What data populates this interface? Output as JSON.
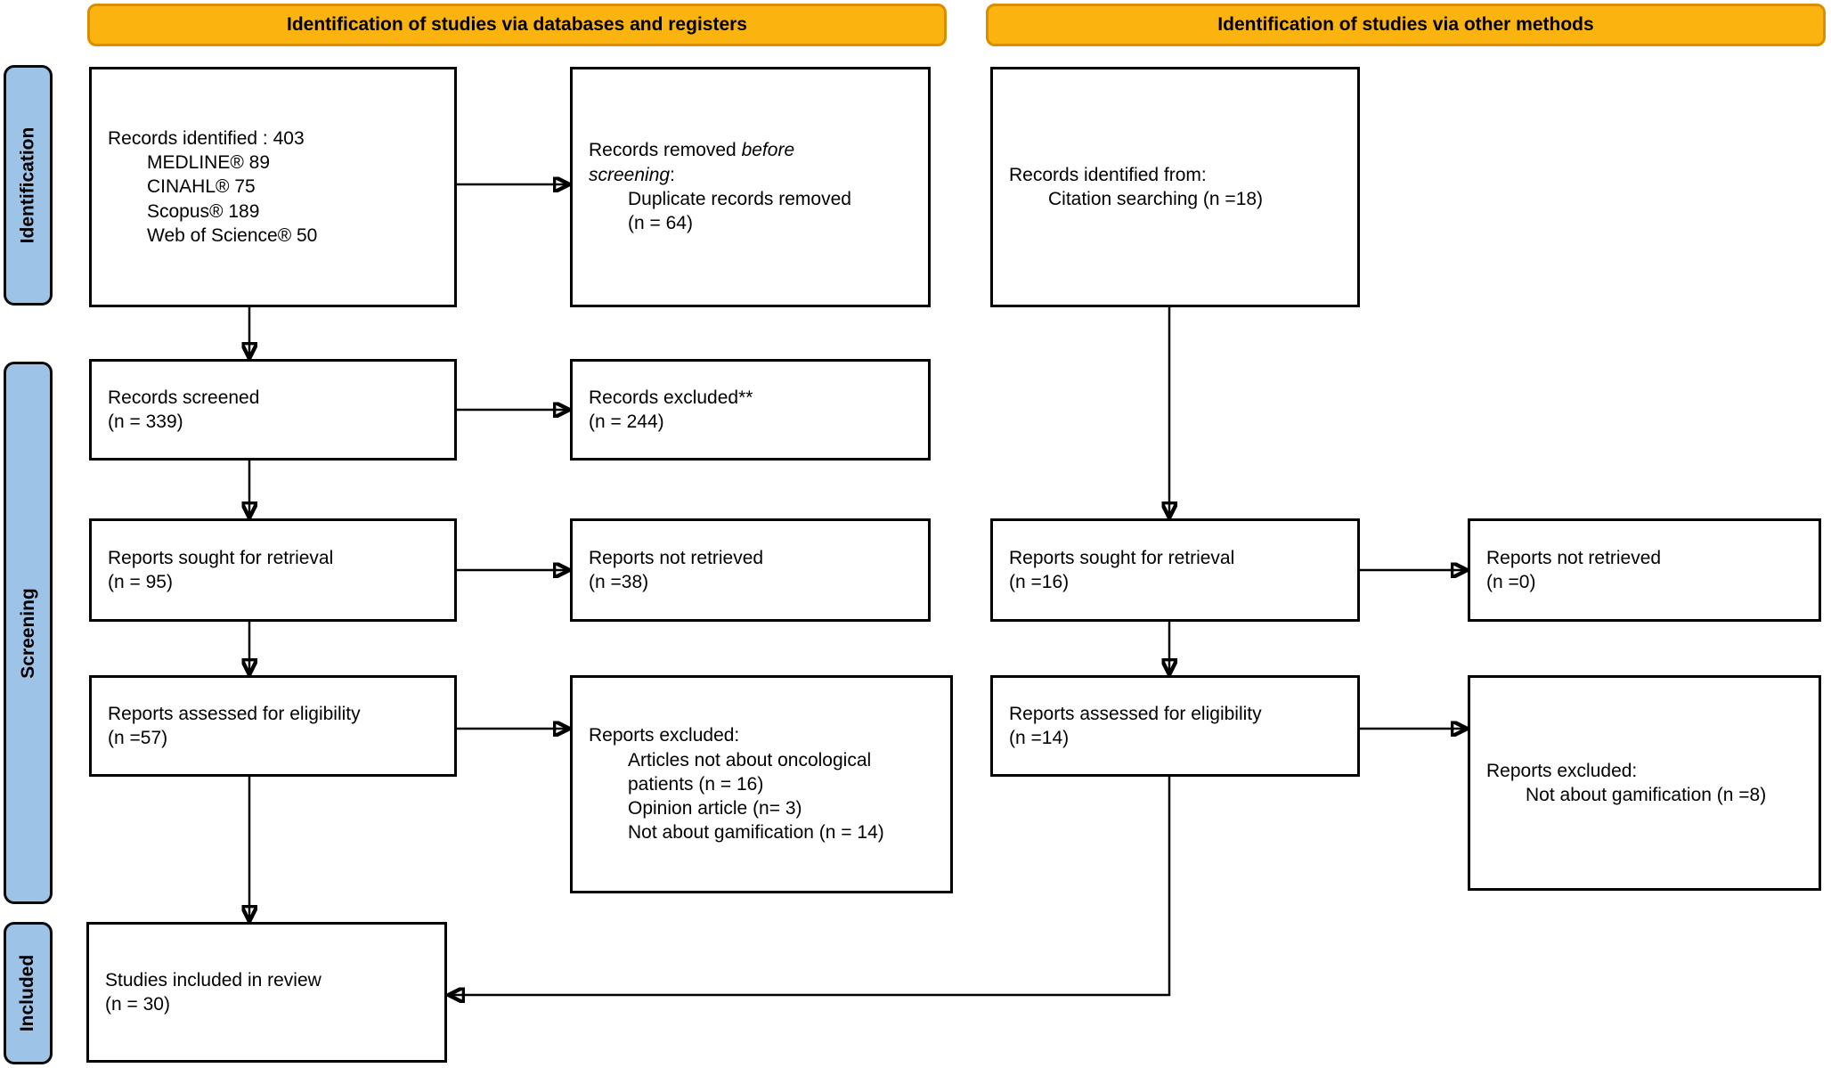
{
  "headers": {
    "databases": "Identification of studies via databases and registers",
    "other": "Identification of studies via other methods"
  },
  "stages": {
    "identification": "Identification",
    "screening": "Screening",
    "included": "Included"
  },
  "boxes": {
    "records_identified": {
      "line1": "Records identified : 403",
      "items": [
        "MEDLINE® 89",
        "CINAHL® 75",
        "Scopus® 189",
        "Web of Science® 50"
      ]
    },
    "records_removed": {
      "prefix": "Records removed ",
      "italic": "before screening",
      "suffix": ":",
      "items": [
        "Duplicate records removed (n = 64)"
      ]
    },
    "records_identified_other": {
      "line1": "Records identified from:",
      "items": [
        "Citation searching (n =18)"
      ]
    },
    "records_screened": {
      "line1": "Records screened",
      "line2": "(n = 339)"
    },
    "records_excluded": {
      "line1": "Records excluded**",
      "line2": "(n = 244)"
    },
    "reports_sought_db": {
      "line1": "Reports sought for retrieval",
      "line2": "(n = 95)"
    },
    "reports_not_retrieved_db": {
      "line1": "Reports not retrieved",
      "line2": "(n =38)"
    },
    "reports_sought_other": {
      "line1": "Reports sought for retrieval",
      "line2": "(n =16)"
    },
    "reports_not_retrieved_other": {
      "line1": "Reports not retrieved",
      "line2": "(n =0)"
    },
    "reports_assessed_db": {
      "line1": "Reports assessed for eligibility",
      "line2": "(n =57)"
    },
    "reports_excluded_db": {
      "line1": "Reports excluded:",
      "items": [
        "Articles not about oncological patients (n = 16)",
        "Opinion article (n= 3)",
        "Not about gamification (n = 14)"
      ]
    },
    "reports_assessed_other": {
      "line1": "Reports assessed for eligibility",
      "line2": "(n =14)"
    },
    "reports_excluded_other": {
      "line1": "Reports excluded:",
      "items": [
        "Not about gamification (n =8)"
      ]
    },
    "studies_included": {
      "line1": "Studies included in review",
      "line2": "(n = 30)"
    }
  },
  "colors": {
    "header_fill": "#FBB30F",
    "header_border": "#D98E00",
    "stage_fill": "#9DC3E6",
    "box_border": "#000000"
  }
}
